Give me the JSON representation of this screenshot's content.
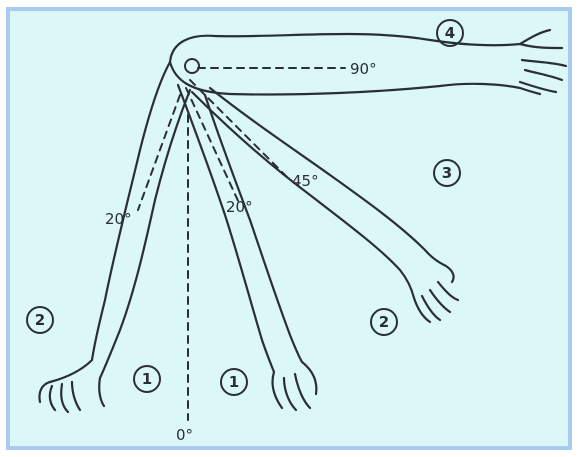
{
  "angle_labels": {
    "deg_90": "90°",
    "deg_45": "45°",
    "deg_20_left": "20°",
    "deg_20_right": "20°",
    "deg_0": "0°"
  },
  "position_markers": {
    "m4": "4",
    "m3": "3",
    "m2_left": "2",
    "m2_right": "2",
    "m1_left": "1",
    "m1_right": "1"
  },
  "colors": {
    "panel_background": "#dcf7f8",
    "panel_border": "#a9cbf0",
    "ink": "#2a2f35"
  }
}
